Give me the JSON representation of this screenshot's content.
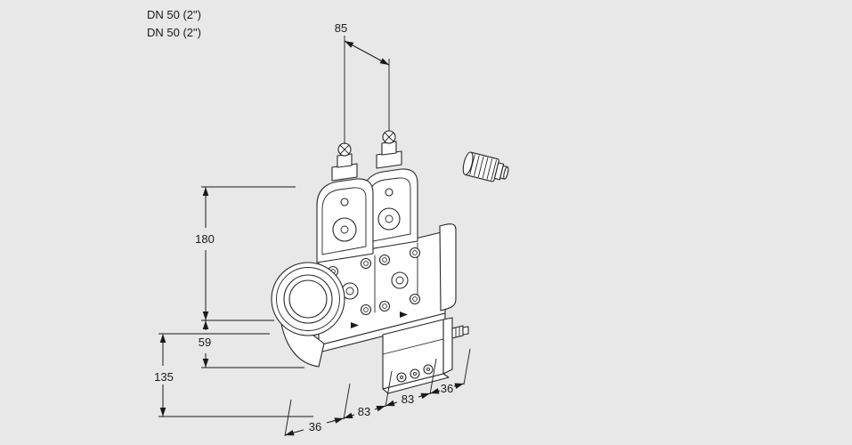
{
  "page": {
    "background": "#e8e8e8",
    "ink": "#1a1a1a",
    "drawing_fill": "#ffffff"
  },
  "header": {
    "size_label_line1": "DN 50 (2\")",
    "size_label_line2": "DN 50 (2\")"
  },
  "dimensions": {
    "solenoid_spacing": "85",
    "height_upper": "180",
    "height_mid": "59",
    "height_lower": "135",
    "bottom_chain": [
      "36",
      "83",
      "83",
      "36"
    ]
  }
}
